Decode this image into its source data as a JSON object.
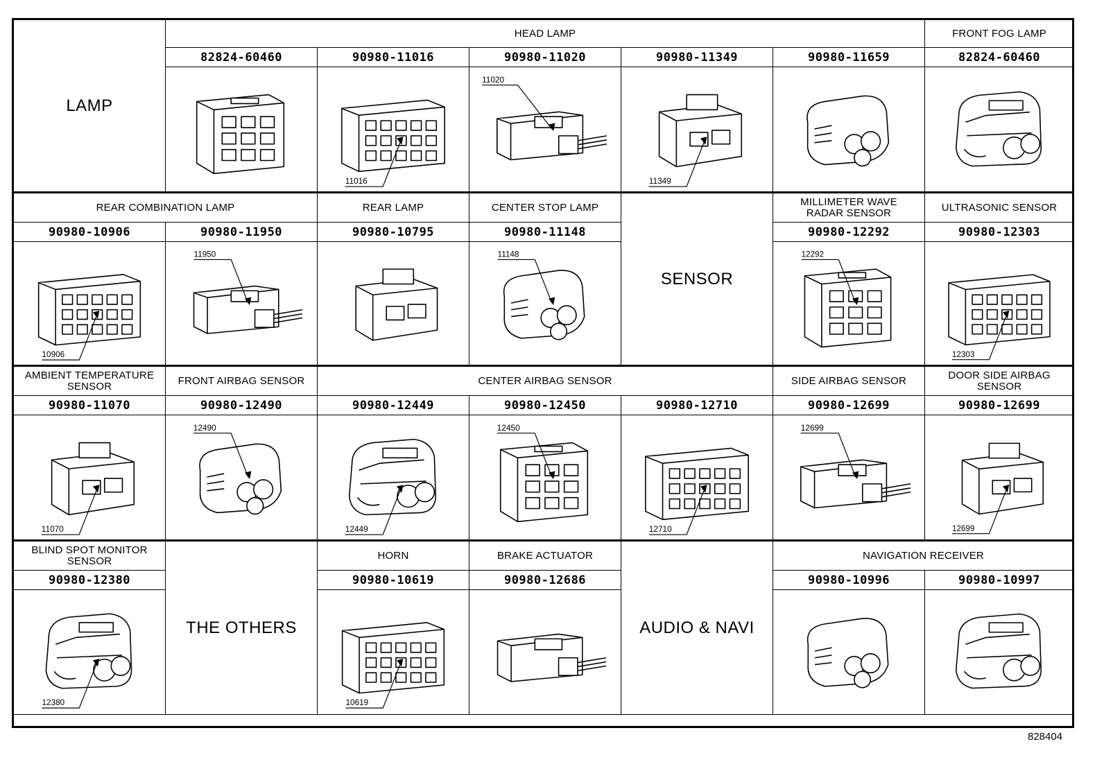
{
  "figure_number": "828404",
  "rows": [
    {
      "groups": [
        {
          "label": "LAMP"
        },
        {
          "label": "HEAD LAMP"
        },
        {
          "label": "FRONT FOG LAMP"
        }
      ],
      "parts": [
        {
          "pn": "82824-60460",
          "callout": ""
        },
        {
          "pn": "90980-11016",
          "callout": "11016"
        },
        {
          "pn": "90980-11020",
          "callout": "11020"
        },
        {
          "pn": "90980-11349",
          "callout": "11349"
        },
        {
          "pn": "90980-11659",
          "callout": ""
        },
        {
          "pn": "82824-60460",
          "callout": ""
        }
      ]
    },
    {
      "groups": [
        {
          "label": "REAR COMBINATION LAMP"
        },
        {
          "label": "REAR LAMP"
        },
        {
          "label": "CENTER STOP LAMP"
        },
        {
          "label": "SENSOR"
        },
        {
          "label": "MILLIMETER WAVE RADAR SENSOR"
        },
        {
          "label": "ULTRASONIC SENSOR"
        }
      ],
      "parts": [
        {
          "pn": "90980-10906",
          "callout": "10906"
        },
        {
          "pn": "90980-11950",
          "callout": "11950"
        },
        {
          "pn": "90980-10795",
          "callout": ""
        },
        {
          "pn": "90980-11148",
          "callout": "11148"
        },
        {
          "pn": "90980-12292",
          "callout": "12292"
        },
        {
          "pn": "90980-12303",
          "callout": "12303"
        }
      ]
    },
    {
      "groups": [
        {
          "label": "AMBIENT TEMPERATURE SENSOR"
        },
        {
          "label": "FRONT AIRBAG SENSOR"
        },
        {
          "label": "CENTER AIRBAG SENSOR"
        },
        {
          "label": "SIDE AIRBAG SENSOR"
        },
        {
          "label": "DOOR SIDE AIRBAG SENSOR"
        }
      ],
      "parts": [
        {
          "pn": "90980-11070",
          "callout": "11070"
        },
        {
          "pn": "90980-12490",
          "callout": "12490"
        },
        {
          "pn": "90980-12449",
          "callout": "12449"
        },
        {
          "pn": "90980-12450",
          "callout": "12450"
        },
        {
          "pn": "90980-12710",
          "callout": "12710"
        },
        {
          "pn": "90980-12699",
          "callout": "12699"
        },
        {
          "pn": "90980-12699",
          "callout": "12699"
        }
      ]
    },
    {
      "groups": [
        {
          "label": "BLIND SPOT MONITOR SENSOR"
        },
        {
          "label": "THE OTHERS"
        },
        {
          "label": "HORN"
        },
        {
          "label": "BRAKE ACTUATOR"
        },
        {
          "label": "AUDIO & NAVI"
        },
        {
          "label": "NAVIGATION RECEIVER"
        }
      ],
      "parts": [
        {
          "pn": "90980-12380",
          "callout": "12380"
        },
        {
          "pn": "90980-10619",
          "callout": "10619"
        },
        {
          "pn": "90980-12686",
          "callout": ""
        },
        {
          "pn": "90980-10996",
          "callout": ""
        },
        {
          "pn": "90980-10997",
          "callout": ""
        }
      ]
    }
  ]
}
